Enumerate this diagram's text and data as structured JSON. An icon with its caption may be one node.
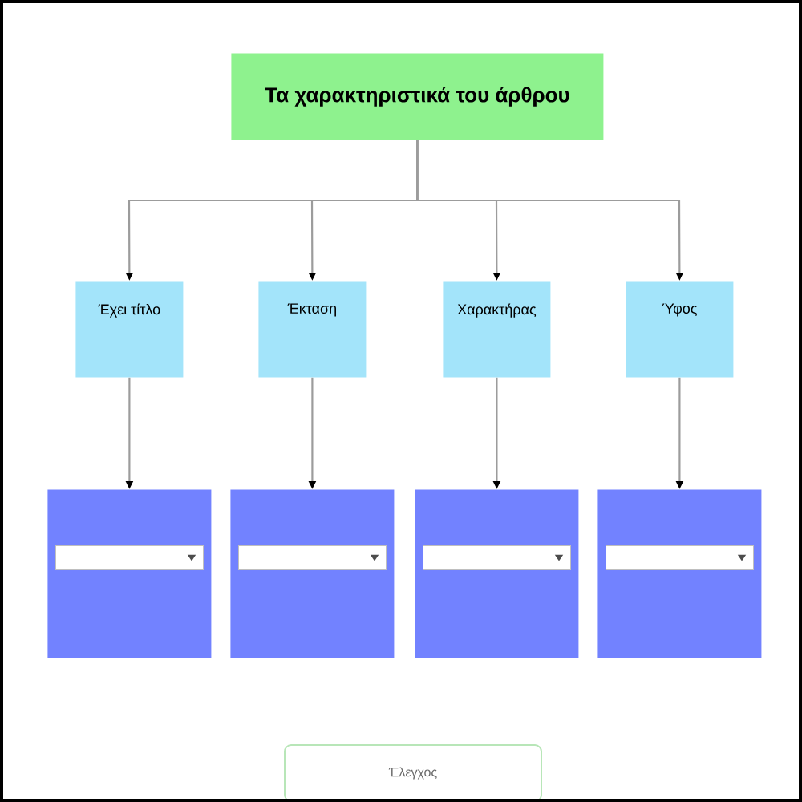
{
  "diagram": {
    "nodes": [
      {
        "text": [
          "Τα χαρακτηριστικά του άρθρου"
        ]
      },
      {
        "text": [
          "Έχει τίτλο"
        ]
      },
      {
        "text": [
          "Έκταση"
        ]
      },
      {
        "text": [
          "Χαρακτήρας"
        ]
      },
      {
        "text": [
          "Ύφος"
        ]
      },
      {
        "text": [],
        "shape": "box"
      },
      {
        "text": [],
        "shape": "box"
      },
      {
        "text": [],
        "shape": "box"
      },
      {
        "text": [],
        "shape": "box"
      },
      {
        "text": [],
        "shape": "box",
        "in": 5
      },
      {
        "text": [],
        "shape": "box",
        "in": 6
      },
      {
        "text": [],
        "shape": "box",
        "in": 7
      },
      {
        "text": [],
        "shape": "box",
        "in": 8
      },
      {
        "text": [
          "Έλεγχος"
        ]
      }
    ],
    "edges": [
      {
        "from": 0,
        "to": 1,
        "arrow": "to"
      },
      {
        "from": 0,
        "to": 2,
        "arrow": "to"
      },
      {
        "from": 0,
        "to": 3,
        "arrow": "to"
      },
      {
        "from": 0,
        "to": 4,
        "arrow": "to"
      },
      {
        "from": 1,
        "to": 5,
        "arrow": "to"
      },
      {
        "from": 2,
        "to": 6,
        "arrow": "to"
      },
      {
        "from": 3,
        "to": 7,
        "arrow": "to"
      },
      {
        "from": 4,
        "to": 8,
        "arrow": "to"
      }
    ]
  }
}
